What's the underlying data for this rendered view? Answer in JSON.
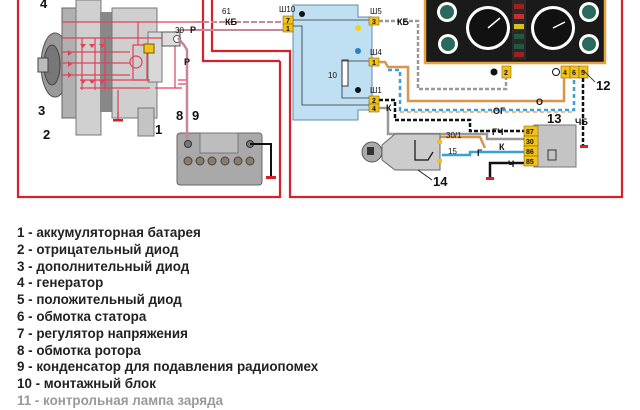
{
  "colors": {
    "frame": "#d8202a",
    "wire_red": "#e0405a",
    "block": "#bfe0f2",
    "connector": "#f2c21a",
    "cluster": "#1a1a1a",
    "cluster_border": "#e8a23a",
    "housing": "#c8c8c8",
    "wire_orange": "#d9954a",
    "wire_blue": "#3aa0d8",
    "wire_grey": "#888888"
  },
  "diagram": {
    "callouts": {
      "c4": "4",
      "c3": "3",
      "c2": "2",
      "c1": "1",
      "c8": "8",
      "c9": "9",
      "c12": "12",
      "c13": "13",
      "c14": "14",
      "c10": "10"
    },
    "wires": {
      "w61": "61",
      "kb1": "КБ",
      "t30": "30",
      "p1": "Р",
      "p2": "Р",
      "kb2": "КБ",
      "k1": "К",
      "o": "О",
      "og": "ОГ",
      "chb": "ЧБ",
      "gch": "ГЧ",
      "k2": "К",
      "g": "Г",
      "ch": "Ч"
    },
    "connectors": {
      "sh10": "Ш10",
      "sh10_7": "7",
      "sh10_1": "1",
      "sh5": "Ш5",
      "sh5_3": "3",
      "sh4": "Ш4",
      "sh4_1": "1",
      "sh1": "Ш1",
      "sh1_2": "2",
      "sh1_4": "4"
    },
    "cluster_pins": [
      "2",
      "4",
      "6",
      "5"
    ],
    "relay_pins": [
      "87",
      "30",
      "86",
      "85"
    ],
    "switch_pins": {
      "p301": "30/1",
      "p15": "15"
    }
  },
  "legend": [
    "1 - аккумуляторная батарея",
    "2 - отрицательный диод",
    "3 - дополнительный диод",
    "4 - генератор",
    "5 - положительный диод",
    "6 - обмотка статора",
    "7 - регулятор напряжения",
    "8 - обмотка ротора",
    "9 - конденсатор для подавления радиопомех",
    "10 - монтажный блок",
    "11 - контрольная лампа заряда"
  ]
}
